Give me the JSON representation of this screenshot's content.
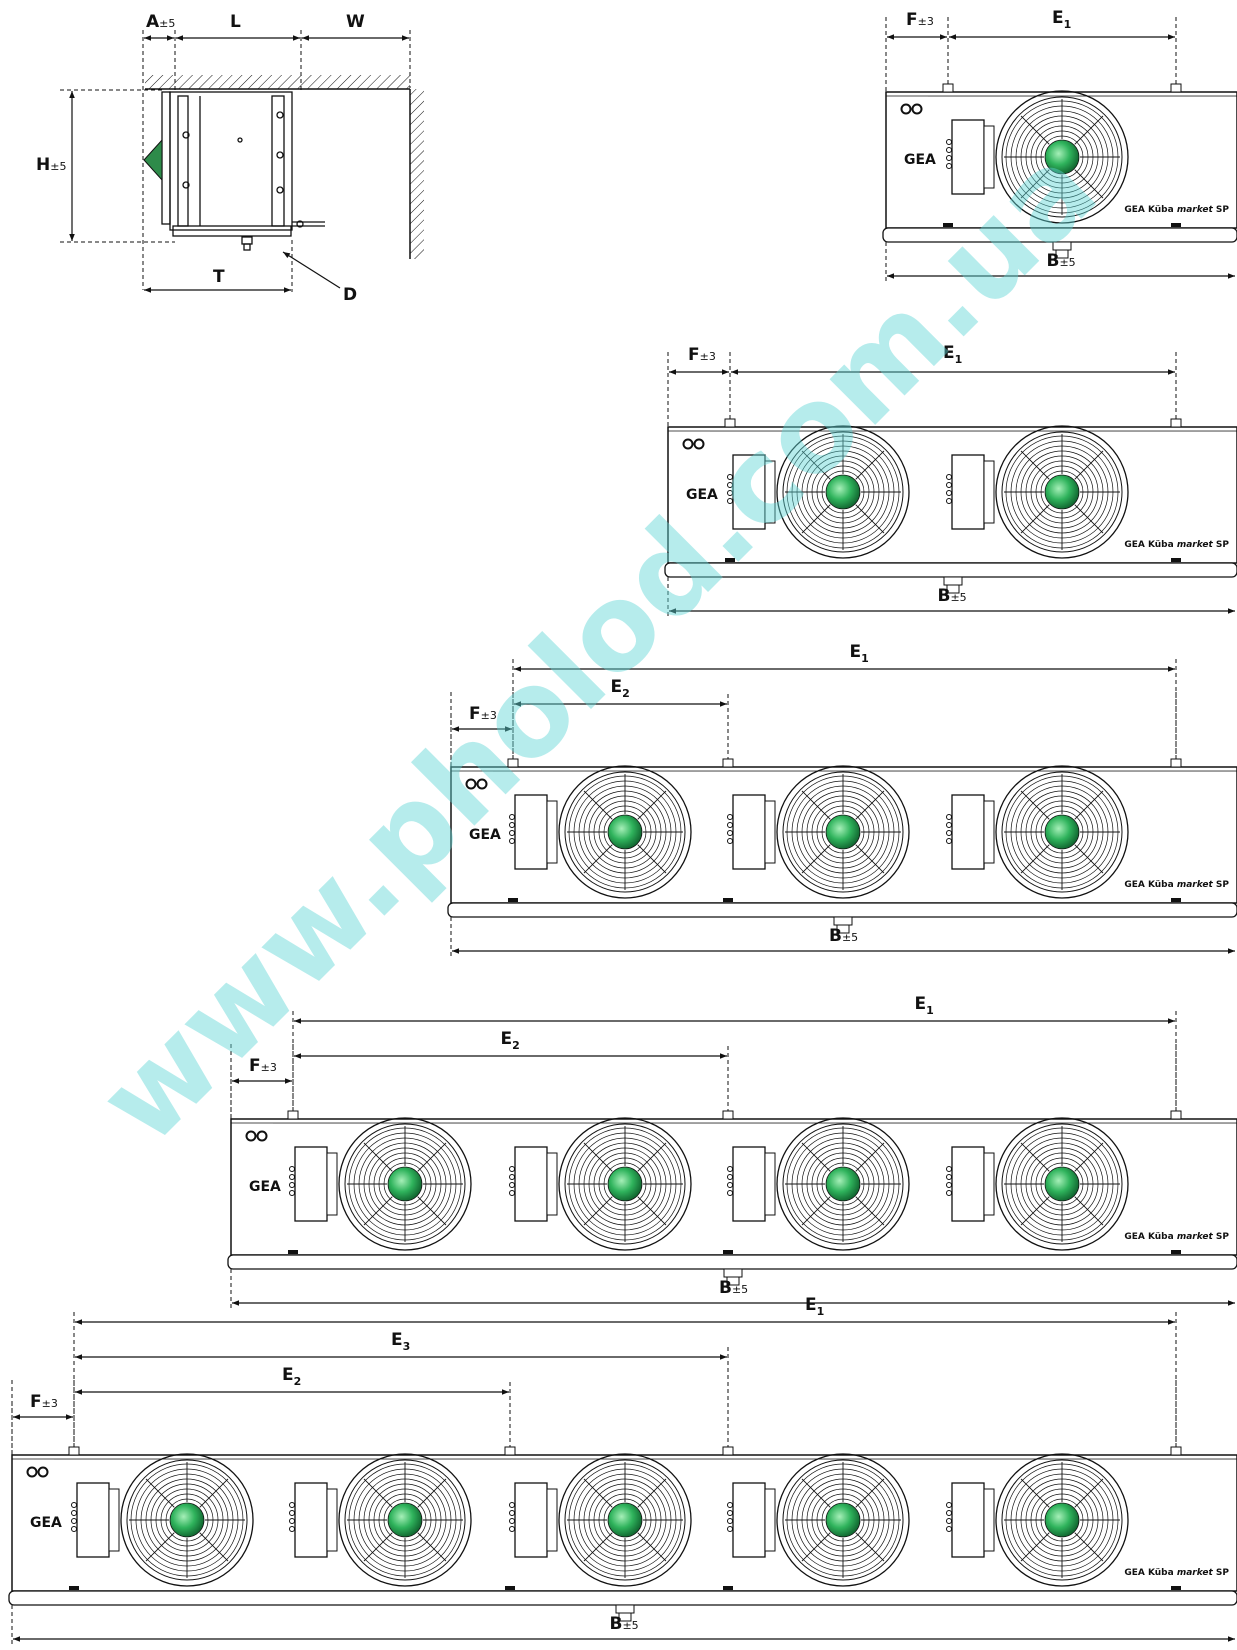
{
  "watermark": "www.pholod.com.ua",
  "side_view": {
    "labels": {
      "A": "A",
      "A_tol": "±5",
      "L": "L",
      "W": "W",
      "H": "H",
      "H_tol": "±5",
      "T": "T",
      "D": "D"
    }
  },
  "units": [
    {
      "fans": 1,
      "labels": {
        "F": "F",
        "F_tol": "±3",
        "E1": "E",
        "E1_sub": "1",
        "B": "B",
        "B_tol": "±5"
      },
      "brand_text": "GEA Küba",
      "brand_model": "market SP",
      "logo": "GEA"
    },
    {
      "fans": 2,
      "labels": {
        "F": "F",
        "F_tol": "±3",
        "E1": "E",
        "E1_sub": "1",
        "B": "B",
        "B_tol": "±5"
      },
      "brand_text": "GEA Küba",
      "brand_model": "market SP",
      "logo": "GEA"
    },
    {
      "fans": 3,
      "labels": {
        "F": "F",
        "F_tol": "±3",
        "E1": "E",
        "E1_sub": "1",
        "E2": "E",
        "E2_sub": "2",
        "B": "B",
        "B_tol": "±5"
      },
      "brand_text": "GEA Küba",
      "brand_model": "market SP",
      "logo": "GEA"
    },
    {
      "fans": 4,
      "labels": {
        "F": "F",
        "F_tol": "±3",
        "E1": "E",
        "E1_sub": "1",
        "E2": "E",
        "E2_sub": "2",
        "B": "B",
        "B_tol": "±5"
      },
      "brand_text": "GEA Küba",
      "brand_model": "market SP",
      "logo": "GEA"
    },
    {
      "fans": 5,
      "labels": {
        "F": "F",
        "F_tol": "±3",
        "E1": "E",
        "E1_sub": "1",
        "E2": "E",
        "E2_sub": "2",
        "E3": "E",
        "E3_sub": "3",
        "B": "B",
        "B_tol": "±5"
      },
      "brand_text": "GEA Küba",
      "brand_model": "market SP",
      "logo": "GEA"
    }
  ],
  "colors": {
    "line": "#111111",
    "fan_hub": "#1f9b48",
    "fan_hub_light": "#8ee3a4",
    "motor_green": "#2e8b4a",
    "watermark": "#5fd6d6"
  }
}
